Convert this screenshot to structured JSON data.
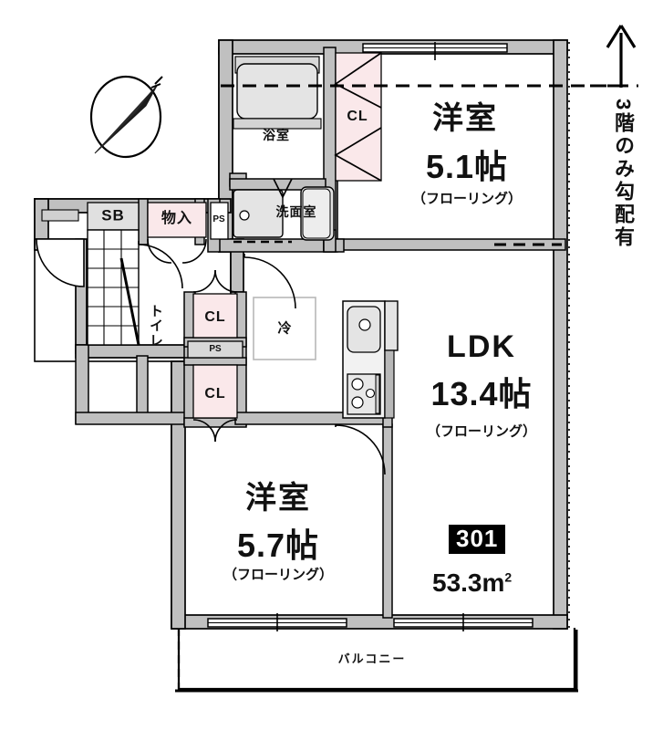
{
  "plan": {
    "unit_number": "301",
    "unit_area": "53.3m",
    "unit_area_sup": "2",
    "slope_note": "3階のみ勾配有",
    "compass": "compass-rose",
    "rooms": [
      {
        "id": "washitsu_north",
        "name": "洋室",
        "size": "5.1帖",
        "floor": "（フローリング）"
      },
      {
        "id": "washitsu_south",
        "name": "洋室",
        "size": "5.7帖",
        "floor": "（フローリング）"
      },
      {
        "id": "ldk",
        "name": "LDK",
        "size": "13.4帖",
        "floor": "（フローリング）"
      }
    ],
    "spaces": [
      {
        "id": "bath",
        "label": "浴室"
      },
      {
        "id": "washroom",
        "label": "洗面室"
      },
      {
        "id": "toilet",
        "label": "トイレ"
      },
      {
        "id": "balcony",
        "label": "バルコニー"
      }
    ],
    "tags": [
      {
        "id": "cl_north",
        "label": "CL"
      },
      {
        "id": "cl_mid",
        "label": "CL"
      },
      {
        "id": "cl_south",
        "label": "CL"
      },
      {
        "id": "shoebox",
        "label": "SB"
      },
      {
        "id": "storage",
        "label": "物入"
      },
      {
        "id": "ps_top",
        "label": "PS"
      },
      {
        "id": "ps_mid",
        "label": "PS"
      },
      {
        "id": "fridge",
        "label": "冷"
      }
    ],
    "colors": {
      "wall_fill": "#c0c0c0",
      "wall_stroke": "#000000",
      "closet_fill": "#fae8ea",
      "fixture_fill": "#e8e8e8",
      "room_fill": "#ffffff",
      "text": "#111111",
      "badge_bg": "#000000",
      "badge_text": "#ffffff"
    }
  }
}
